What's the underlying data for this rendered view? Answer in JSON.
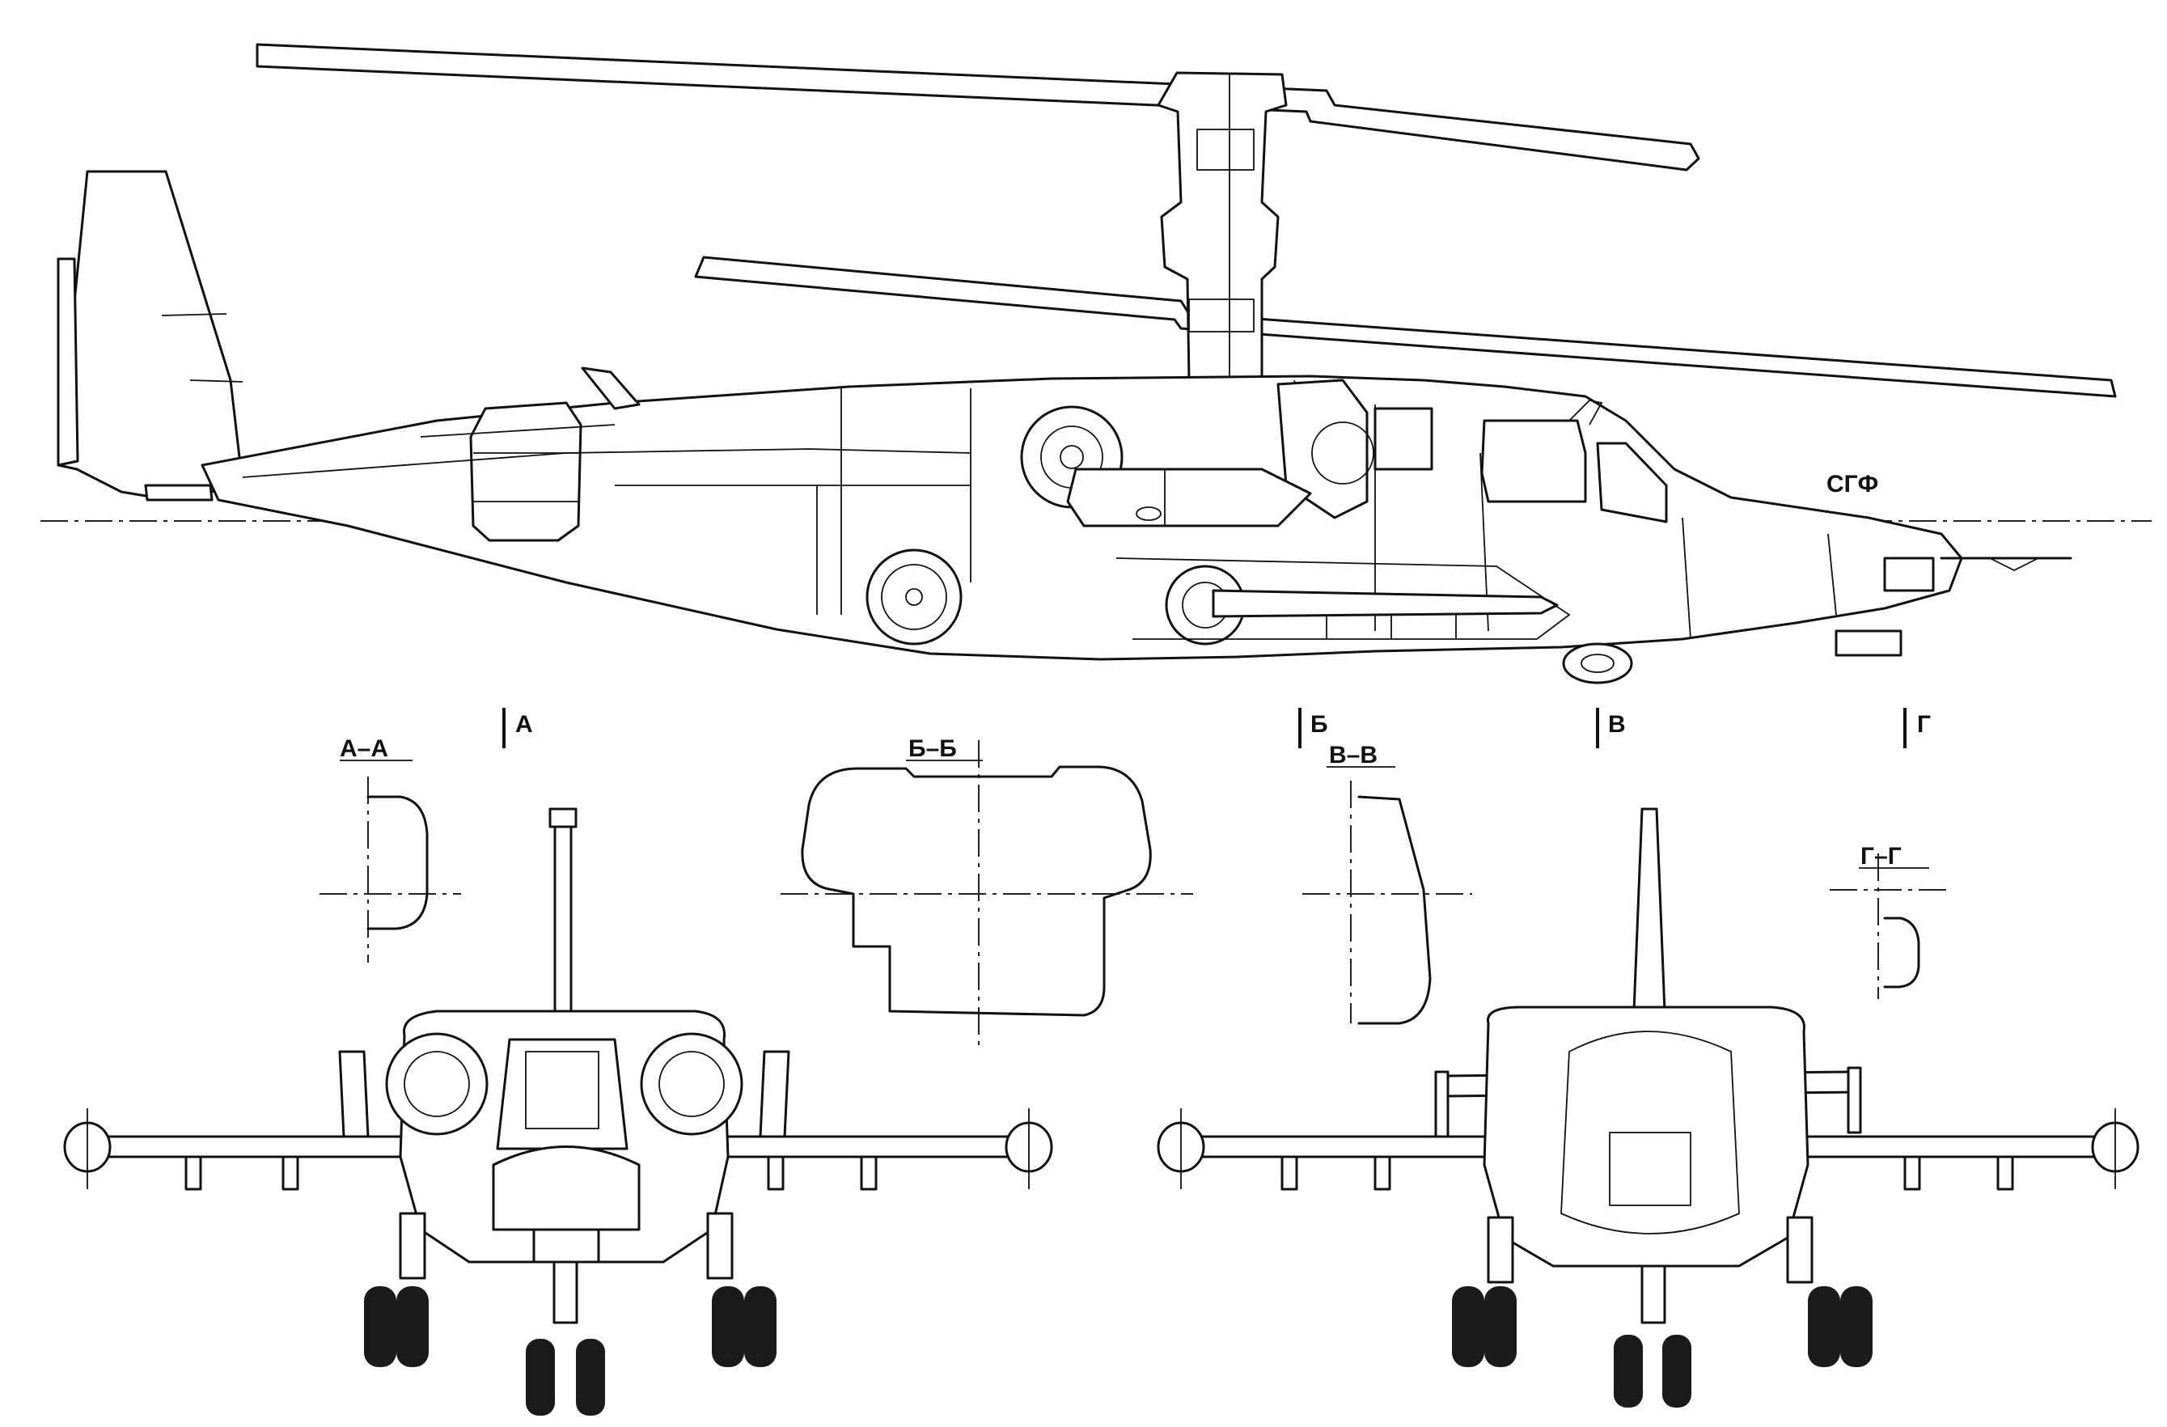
{
  "labels": {
    "sgf": "СГФ",
    "cut_a": "А",
    "cut_b": "Б",
    "cut_v": "В",
    "cut_g": "Г"
  },
  "sections": {
    "a": "А–А",
    "b": "Б–Б",
    "v": "В–В",
    "g": "Г–Г"
  }
}
